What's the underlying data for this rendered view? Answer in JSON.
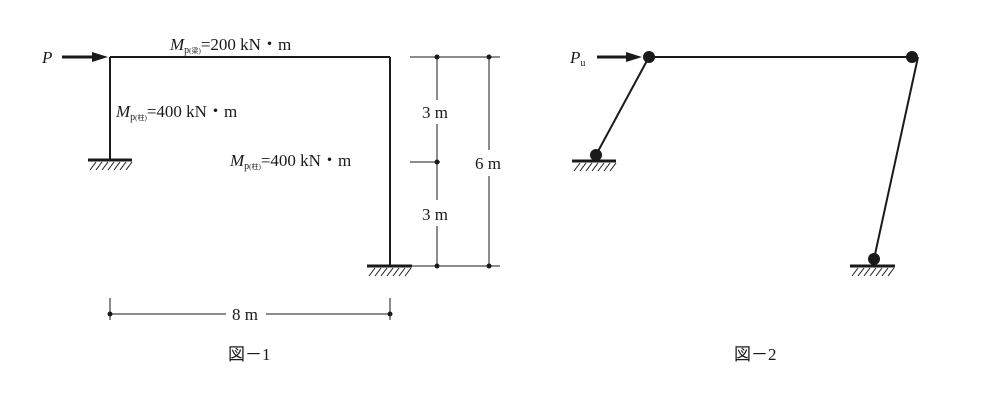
{
  "figure1": {
    "load_symbol": "P",
    "beam_moment": {
      "symbol": "M",
      "sub": "p",
      "sub_paren": "(梁)",
      "value": "=200 kN・m"
    },
    "left_column_moment": {
      "symbol": "M",
      "sub": "p",
      "sub_paren": "(柱)",
      "value": "=400 kN・m"
    },
    "right_column_moment": {
      "symbol": "M",
      "sub": "p",
      "sub_paren": "(柱)",
      "value": "=400 kN・m"
    },
    "dim_upper": "3 m",
    "dim_lower": "3 m",
    "dim_total": "6 m",
    "dim_span": "8 m",
    "caption": "図－1"
  },
  "figure2": {
    "load_symbol": "P",
    "load_sub": "u",
    "caption": "図－2"
  },
  "colors": {
    "ink": "#1a1a1a",
    "background": "#ffffff"
  }
}
